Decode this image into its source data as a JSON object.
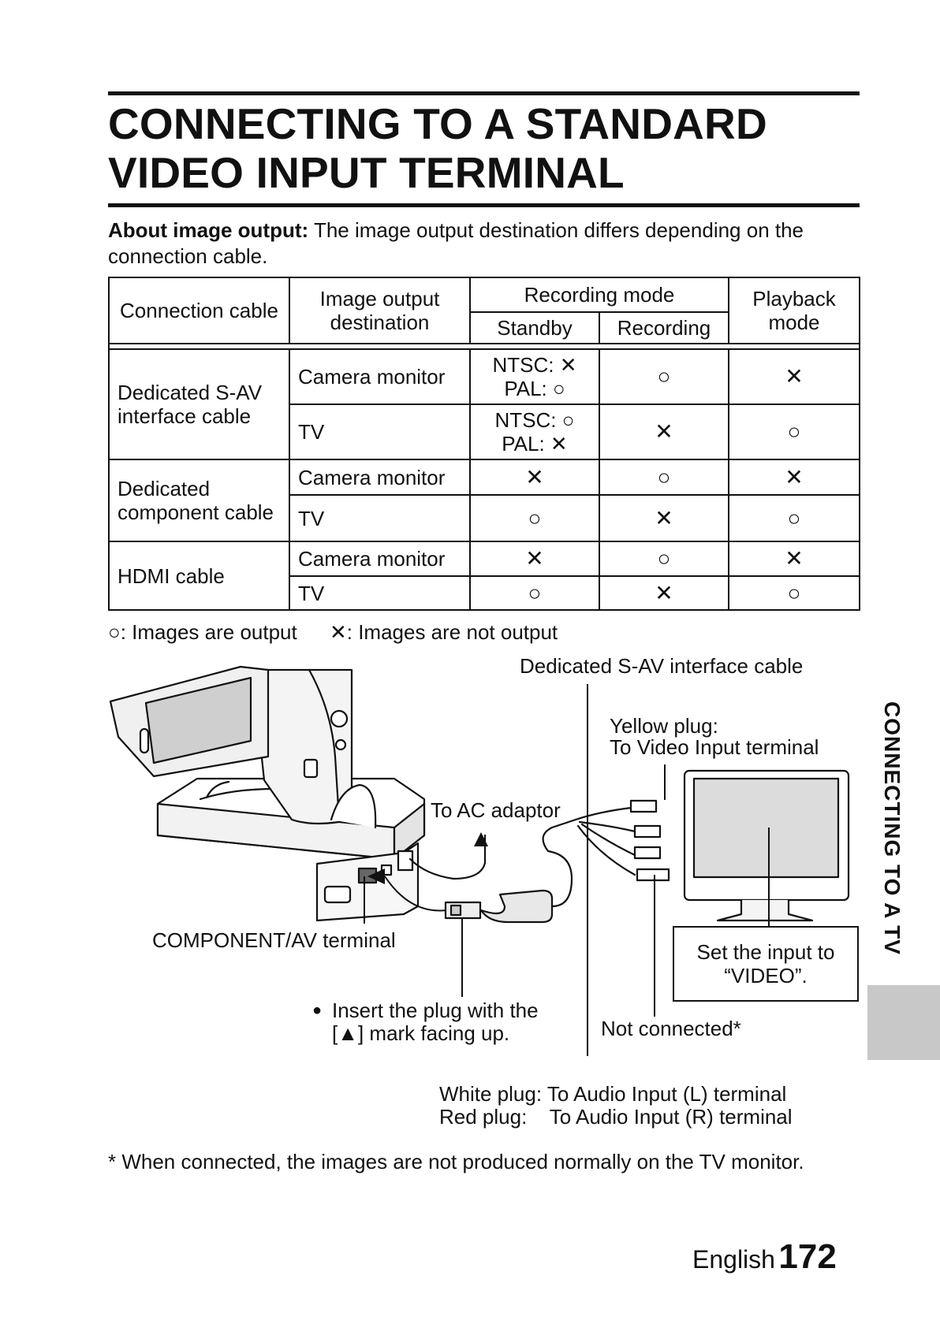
{
  "title": {
    "line1": "CONNECTING TO A STANDARD",
    "line2": "VIDEO INPUT TERMINAL"
  },
  "intro": {
    "bold": "About image output:",
    "text": " The image output destination differs depending on the connection cable."
  },
  "table": {
    "headers": {
      "cable": "Connection cable",
      "destination": "Image output destination",
      "recording_mode": "Recording mode",
      "standby": "Standby",
      "recording": "Recording",
      "playback": "Playback mode"
    },
    "rows": [
      {
        "cable": "Dedicated S-AV interface cable",
        "destination": "Camera monitor",
        "standby_line1": "NTSC: ✕",
        "standby_line2": "PAL: ○",
        "recording": "○",
        "playback": "✕"
      },
      {
        "destination": "TV",
        "standby_line1": "NTSC: ○",
        "standby_line2": "PAL: ✕",
        "recording": "✕",
        "playback": "○"
      },
      {
        "cable": "Dedicated component cable",
        "destination": "Camera monitor",
        "standby": "✕",
        "recording": "○",
        "playback": "✕"
      },
      {
        "destination": "TV",
        "standby": "○",
        "recording": "✕",
        "playback": "○"
      },
      {
        "cable": "HDMI cable",
        "destination": "Camera monitor",
        "standby": "✕",
        "recording": "○",
        "playback": "✕"
      },
      {
        "destination": "TV",
        "standby": "○",
        "recording": "✕",
        "playback": "○"
      }
    ]
  },
  "legend": {
    "output": "○: Images are output",
    "not_output": "✕: Images are not output"
  },
  "side_tab": "CONNECTING TO A TV",
  "diagram": {
    "s_av_cable": "Dedicated S-AV interface cable",
    "yellow_plug_1": "Yellow plug:",
    "yellow_plug_2": "To Video Input terminal",
    "ac_adaptor": "To AC adaptor",
    "component_terminal": "COMPONENT/AV terminal",
    "insert_bullet": "●",
    "insert_1": "Insert the plug with the",
    "insert_2": "[▲] mark facing up.",
    "set_input_1": "Set the input to",
    "set_input_2": "“VIDEO”.",
    "not_connected": "Not connected*",
    "white_plug": "White plug: To Audio Input (L) terminal",
    "red_plug": "Red plug:    To Audio Input (R) terminal"
  },
  "footnote": "* When connected, the images are not produced normally on the TV monitor.",
  "footer": {
    "language": "English",
    "page": "172"
  }
}
